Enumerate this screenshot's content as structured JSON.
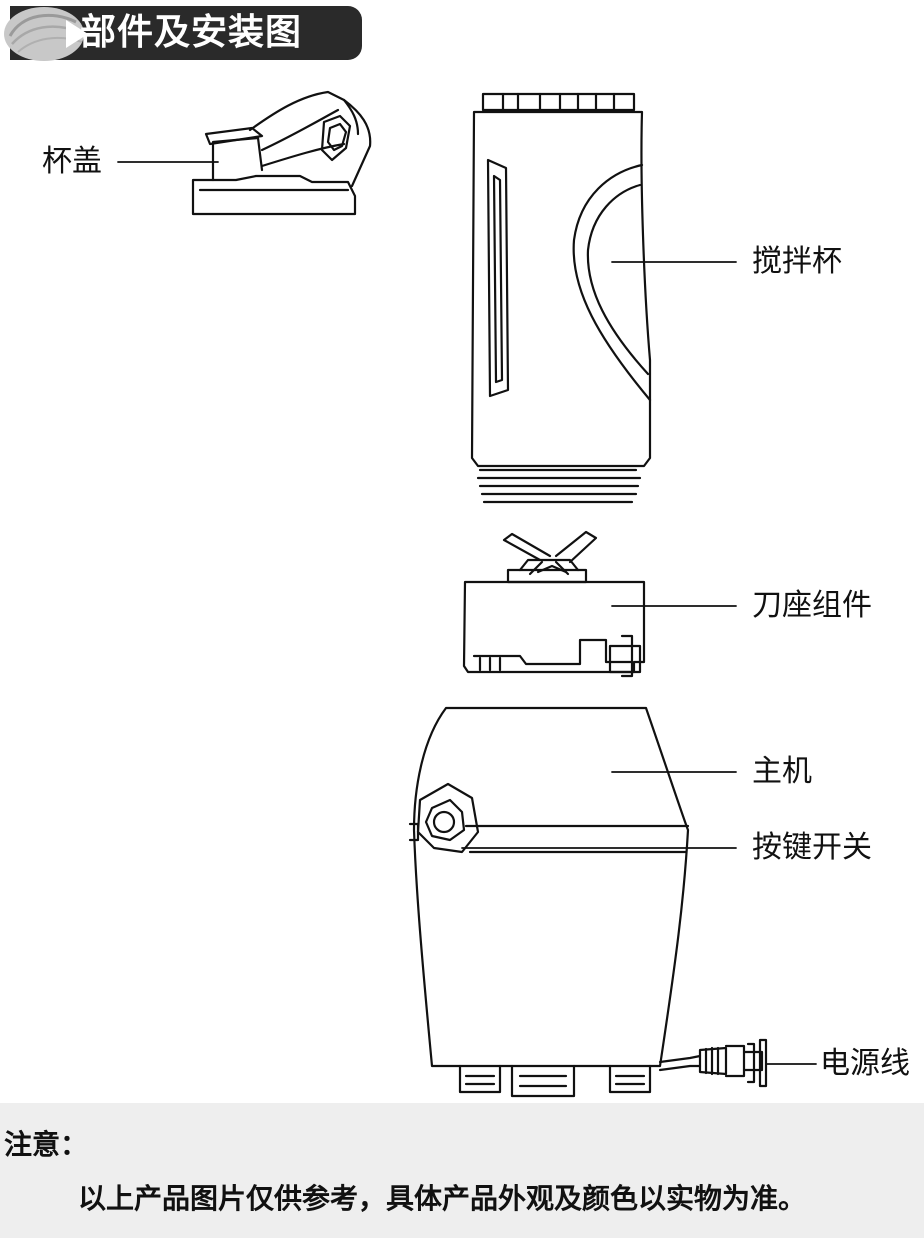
{
  "header": {
    "title": "部件及安装图"
  },
  "icons": {
    "header_logo": "leaf-swirl-icon"
  },
  "parts": {
    "lid": "杯盖",
    "cup": "搅拌杯",
    "blade_assembly": "刀座组件",
    "base": "主机",
    "switch": "按键开关",
    "power_cord": "电源线"
  },
  "note": {
    "title": "注意：",
    "text": "以上产品图片仅供参考，具体产品外观及颜色以实物为准。"
  },
  "colors": {
    "line": "#111111",
    "header_bg": "#2a2a2a",
    "note_bg": "#eeeeee"
  }
}
